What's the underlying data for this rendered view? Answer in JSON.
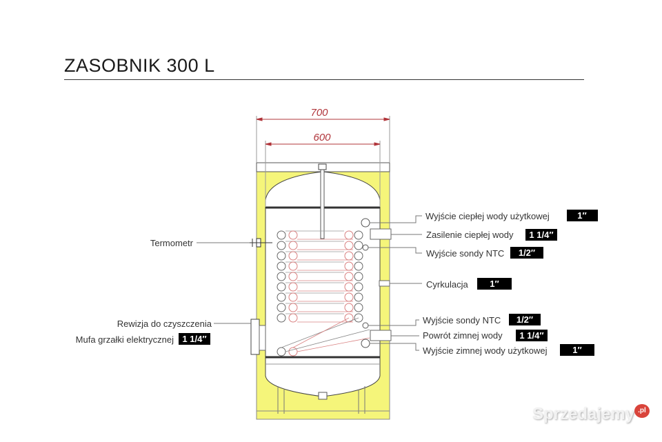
{
  "title": "ZASOBNIK 300 L",
  "dimensions": {
    "outer": "700",
    "inner": "600"
  },
  "labels_right": [
    {
      "text": "Wyjście ciepłej wody użytkowej",
      "size": "1″"
    },
    {
      "text": "Zasilenie ciepłej wody",
      "size": "1 1/4″"
    },
    {
      "text": "Wyjście sondy NTC",
      "size": "1/2″"
    },
    {
      "text": "Cyrkulacja",
      "size": "1″"
    },
    {
      "text": "Wyjście sondy NTC",
      "size": "1/2″"
    },
    {
      "text": "Powrót zimnej wody",
      "size": "1 1/4″"
    },
    {
      "text": "Wyjście zimnej wody użytkowej",
      "size": "1″"
    }
  ],
  "labels_left": [
    {
      "text": "Termometr"
    },
    {
      "text": "Rewizja do czyszczenia"
    },
    {
      "text": "Mufa grzałki elektrycznej",
      "size": "1 1/4″"
    }
  ],
  "watermark": {
    "text": "Sprzedajemy",
    "suffix": ".pl"
  },
  "colors": {
    "insulation": "#f5f57a",
    "dimension": "#b0343a",
    "coil": "#d98080",
    "badge": "#000000"
  }
}
